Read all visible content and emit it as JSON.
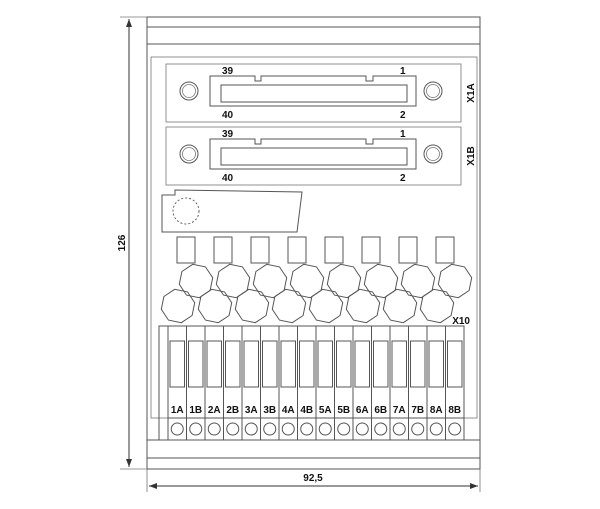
{
  "dimensions": {
    "width": "92,5",
    "height": "126"
  },
  "connectors": [
    {
      "name": "X1A",
      "pin_top_left": "39",
      "pin_top_right": "1",
      "pin_bottom_left": "40",
      "pin_bottom_right": "2"
    },
    {
      "name": "X1B",
      "pin_top_left": "39",
      "pin_top_right": "1",
      "pin_bottom_left": "40",
      "pin_bottom_right": "2"
    }
  ],
  "terminal_block": {
    "name": "X10",
    "terminals": [
      "1A",
      "1B",
      "2A",
      "2B",
      "3A",
      "3B",
      "4A",
      "4B",
      "5A",
      "5B",
      "6A",
      "6B",
      "7A",
      "7B",
      "8A",
      "8B"
    ]
  },
  "led_count": 8,
  "colors": {
    "line": "#555555",
    "text": "#111111"
  }
}
